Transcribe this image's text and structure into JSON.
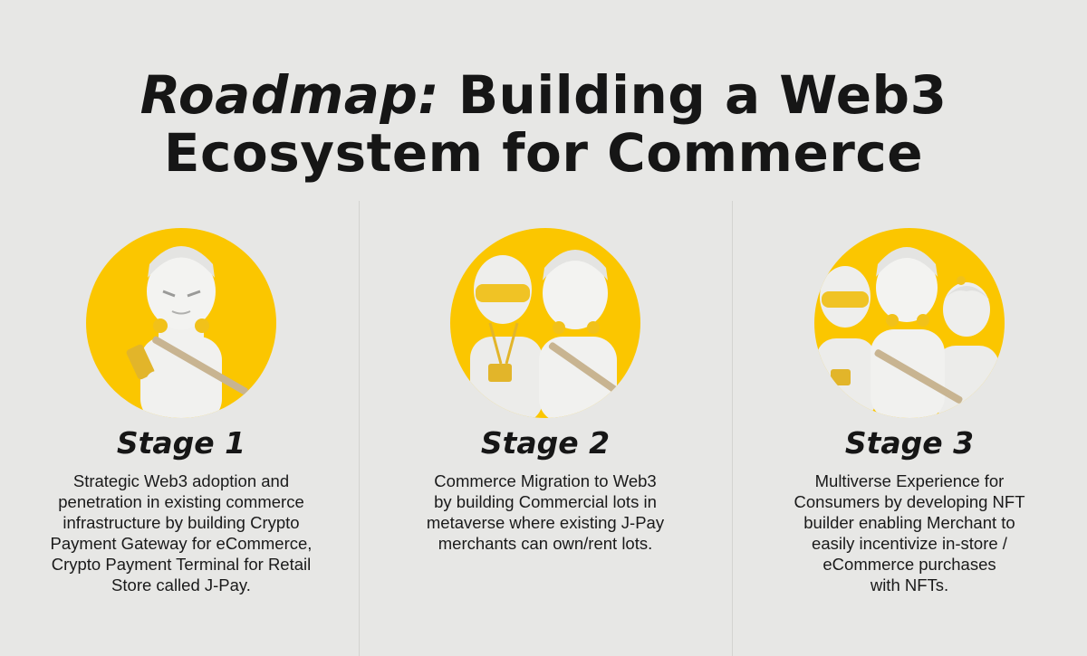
{
  "title": {
    "line1_italic": "Roadmap:",
    "line1_rest": " Building a Web3",
    "line2": "Ecosystem for Commerce"
  },
  "colors": {
    "background": "#e7e7e5",
    "accent_circle": "#fbc600",
    "figure": "#f2f2f0",
    "text": "#141414"
  },
  "stages": [
    {
      "label": "Stage 1",
      "description": "Strategic Web3 adoption and\npenetration in existing commerce\ninfrastructure by building Crypto\nPayment Gateway for eCommerce,\nCrypto Payment Terminal for Retail\nStore called J-Pay."
    },
    {
      "label": "Stage 2",
      "description": "Commerce Migration to Web3\nby building Commercial lots in\nmetaverse where existing J-Pay\nmerchants can own/rent lots."
    },
    {
      "label": "Stage 3",
      "description": "Multiverse Experience for\nConsumers by developing NFT\nbuilder enabling Merchant to\neasily incentivize in-store /\neCommerce purchases\nwith NFTs."
    }
  ]
}
